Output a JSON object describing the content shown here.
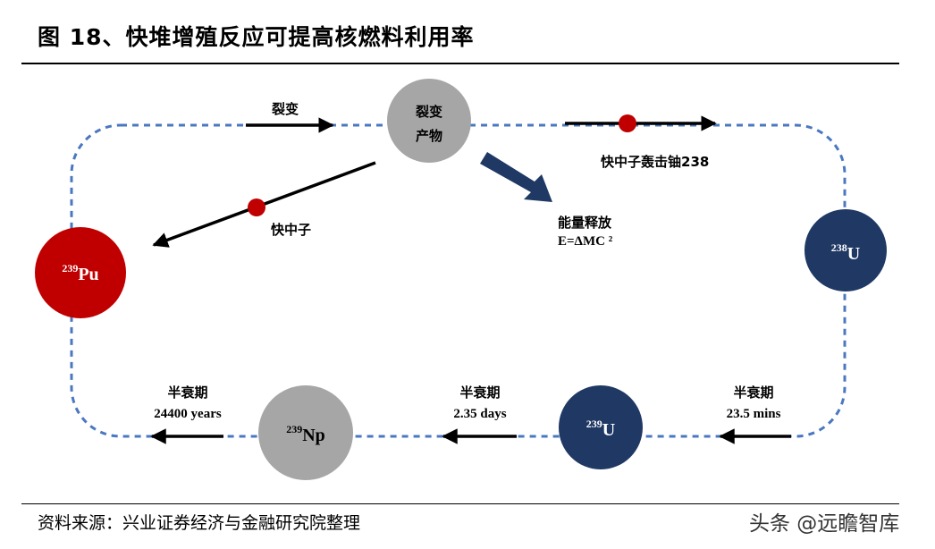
{
  "title": "图 18、快堆增殖反应可提高核燃料利用率",
  "source": "资料来源：兴业证券经济与金融研究院整理",
  "watermark": "头条 @远瞻智库",
  "nodes": {
    "fission_products": "裂变\n产物",
    "pu239": {
      "sup": "239",
      "sym": "Pu"
    },
    "u238": {
      "sup": "238",
      "sym": "U"
    },
    "u239": {
      "sup": "239",
      "sym": "U"
    },
    "np239": {
      "sup": "239",
      "sym": "Np"
    }
  },
  "labels": {
    "fission": "裂变",
    "fast_neutron": "快中子",
    "fast_neutron_bombard": "快中子轰击铀238",
    "energy_release": "能量释放",
    "energy_formula": "E=ΔMC ²",
    "half_life_1_title": "半衰期",
    "half_life_1_value": "23.5 mins",
    "half_life_2_title": "半衰期",
    "half_life_2_value": "2.35 days",
    "half_life_3_title": "半衰期",
    "half_life_3_value": "24400 years"
  },
  "colors": {
    "cycle_dash": "#4a78c0",
    "pu_red": "#c00000",
    "u_navy": "#1f3864",
    "gray": "#a6a6a6",
    "big_arrow": "#1f3864",
    "neutron_dot": "#c00000"
  }
}
